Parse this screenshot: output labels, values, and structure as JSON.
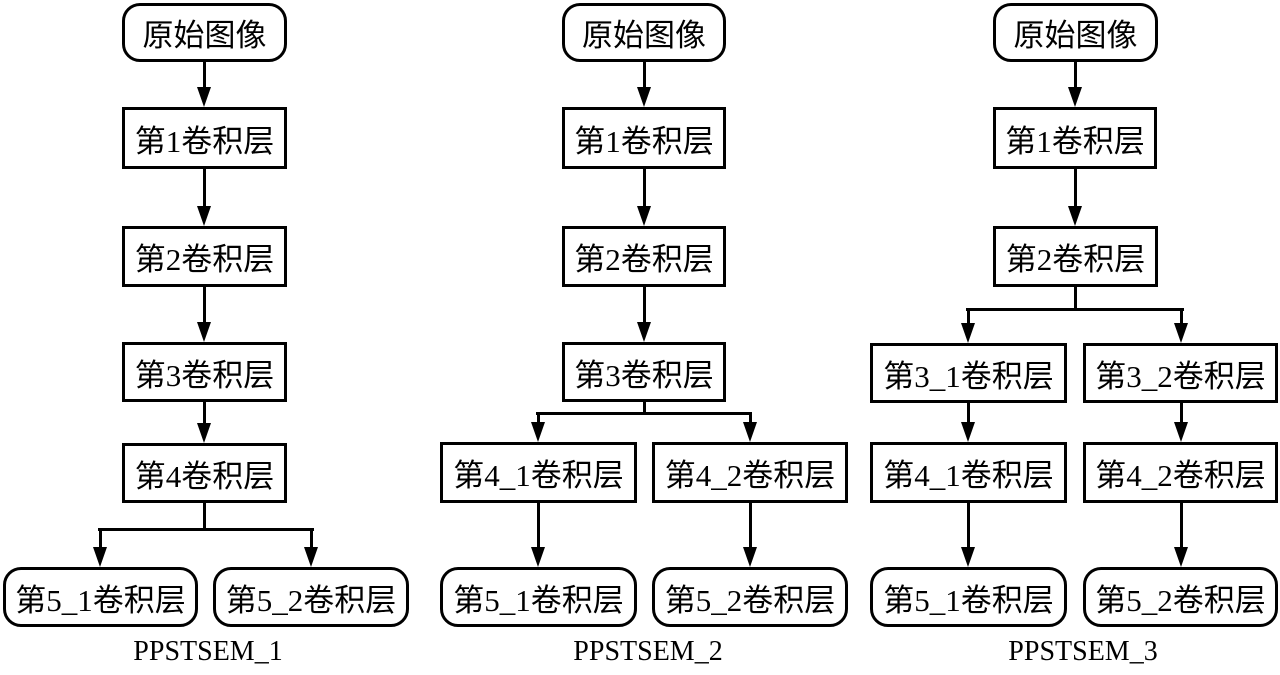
{
  "figure": {
    "type": "flowchart-comparison",
    "description_visible_text_only": true,
    "colors": {
      "background": "#ffffff",
      "stroke": "#000000",
      "text": "#000000"
    }
  },
  "diagrams": [
    {
      "label": "PPSTSEM_1",
      "nodes": {
        "input": "原始图像",
        "conv1": "第1卷积层",
        "conv2": "第2卷积层",
        "conv3": "第3卷积层",
        "conv4": "第4卷积层",
        "conv5_1": "第5_1卷积层",
        "conv5_2": "第5_2卷积层"
      }
    },
    {
      "label": "PPSTSEM_2",
      "nodes": {
        "input": "原始图像",
        "conv1": "第1卷积层",
        "conv2": "第2卷积层",
        "conv3": "第3卷积层",
        "conv4_1": "第4_1卷积层",
        "conv4_2": "第4_2卷积层",
        "conv5_1": "第5_1卷积层",
        "conv5_2": "第5_2卷积层"
      }
    },
    {
      "label": "PPSTSEM_3",
      "nodes": {
        "input": "原始图像",
        "conv1": "第1卷积层",
        "conv2": "第2卷积层",
        "conv3_1": "第3_1卷积层",
        "conv3_2": "第3_2卷积层",
        "conv4_1": "第4_1卷积层",
        "conv4_2": "第4_2卷积层",
        "conv5_1": "第5_1卷积层",
        "conv5_2": "第5_2卷积层"
      }
    }
  ]
}
